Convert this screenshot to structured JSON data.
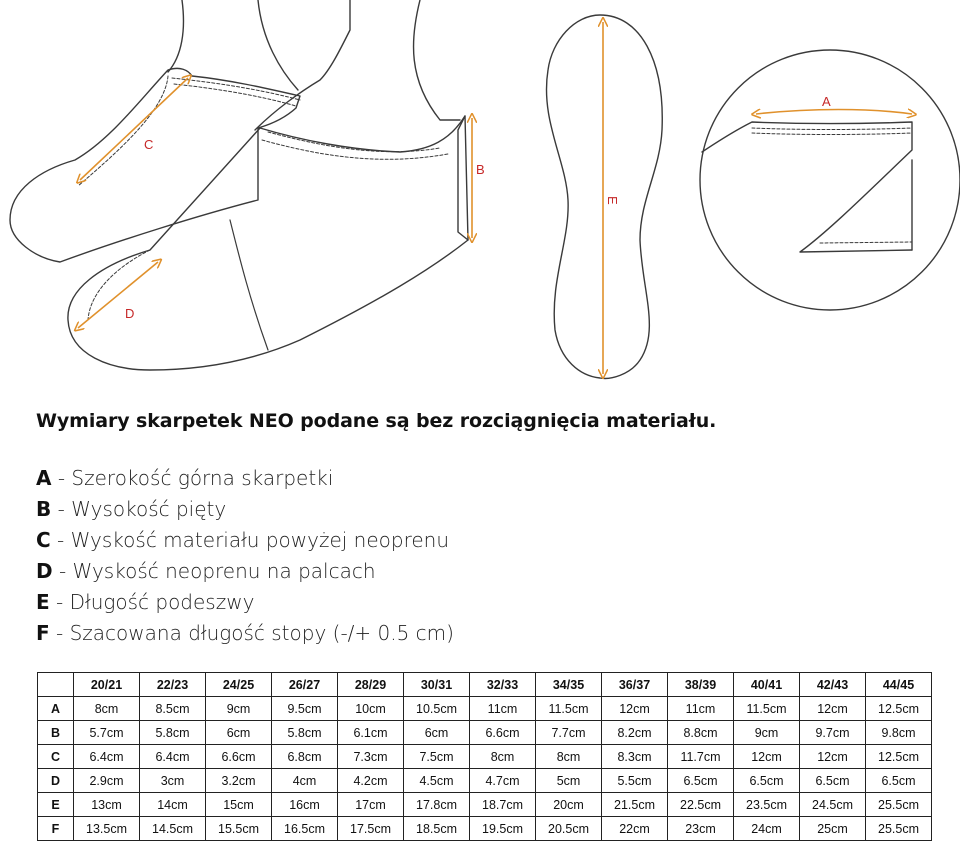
{
  "diagram": {
    "labels": [
      "A",
      "B",
      "C",
      "D",
      "E"
    ],
    "outline_color": "#3a3a3a",
    "measure_color": "#e0912c",
    "label_color": "#c62828"
  },
  "heading": "Wymiary skarpetek NEO podane są bez rozciągnięcia materiału.",
  "legend": [
    {
      "key": "A",
      "text": " - Szerokość górna skarpetki"
    },
    {
      "key": "B",
      "text": " - Wysokość pięty"
    },
    {
      "key": "C",
      "text": " - Wyskość materiału powyżej neoprenu"
    },
    {
      "key": "D",
      "text": " - Wyskość neoprenu na palcach"
    },
    {
      "key": "E",
      "text": " - Długość podeszwy"
    },
    {
      "key": "F",
      "text": " - Szacowana długość stopy (-/+ 0.5 cm)"
    }
  ],
  "table": {
    "headers": [
      "",
      "20/21",
      "22/23",
      "24/25",
      "26/27",
      "28/29",
      "30/31",
      "32/33",
      "34/35",
      "36/37",
      "38/39",
      "40/41",
      "42/43",
      "44/45"
    ],
    "rows": [
      {
        "key": "A",
        "cells": [
          "8cm",
          "8.5cm",
          "9cm",
          "9.5cm",
          "10cm",
          "10.5cm",
          "11cm",
          "11.5cm",
          "12cm",
          "11cm",
          "11.5cm",
          "12cm",
          "12.5cm"
        ]
      },
      {
        "key": "B",
        "cells": [
          "5.7cm",
          "5.8cm",
          "6cm",
          "5.8cm",
          "6.1cm",
          "6cm",
          "6.6cm",
          "7.7cm",
          "8.2cm",
          "8.8cm",
          "9cm",
          "9.7cm",
          "9.8cm"
        ]
      },
      {
        "key": "C",
        "cells": [
          "6.4cm",
          "6.4cm",
          "6.6cm",
          "6.8cm",
          "7.3cm",
          "7.5cm",
          "8cm",
          "8cm",
          "8.3cm",
          "11.7cm",
          "12cm",
          "12cm",
          "12.5cm"
        ]
      },
      {
        "key": "D",
        "cells": [
          "2.9cm",
          "3cm",
          "3.2cm",
          "4cm",
          "4.2cm",
          "4.5cm",
          "4.7cm",
          "5cm",
          "5.5cm",
          "6.5cm",
          "6.5cm",
          "6.5cm",
          "6.5cm"
        ]
      },
      {
        "key": "E",
        "cells": [
          "13cm",
          "14cm",
          "15cm",
          "16cm",
          "17cm",
          "17.8cm",
          "18.7cm",
          "20cm",
          "21.5cm",
          "22.5cm",
          "23.5cm",
          "24.5cm",
          "25.5cm"
        ]
      },
      {
        "key": "F",
        "cells": [
          "13.5cm",
          "14.5cm",
          "15.5cm",
          "16.5cm",
          "17.5cm",
          "18.5cm",
          "19.5cm",
          "20.5cm",
          "22cm",
          "23cm",
          "24cm",
          "25cm",
          "25.5cm"
        ]
      }
    ]
  }
}
